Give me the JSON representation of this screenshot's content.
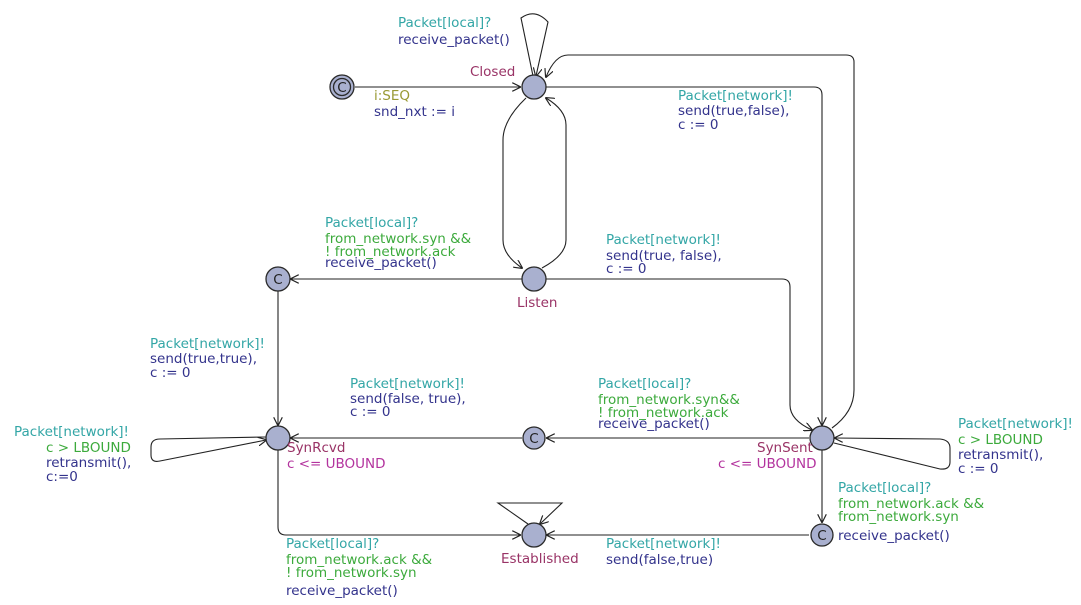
{
  "colors": {
    "location_fill": "#a9b0cf",
    "location_stroke": "#2a2a2a",
    "edge": "#222222",
    "location_name": "#993366",
    "sync": "#33a6a6",
    "update": "#33338c",
    "guard": "#3caa3c",
    "select": "#999933",
    "invariant": "#b3339e"
  },
  "diagram": {
    "locations": {
      "closed": "Closed",
      "listen": "Listen",
      "synrcvd": "SynRcvd",
      "synsent": "SynSent",
      "established": "Established",
      "initial_mark": "C",
      "committed_mark": "C"
    },
    "invariants": {
      "synrcvd": "c <= UBOUND",
      "synsent": "c <= UBOUND"
    },
    "edges": {
      "closed_self": {
        "sync": "Packet[local]?",
        "update": "receive_packet()"
      },
      "init_to_closed": {
        "select": "i:SEQ",
        "update": "snd_nxt := i"
      },
      "closed_to_synsent": {
        "sync": "Packet[network]!",
        "update1": "send(true,false),",
        "update2": "c := 0"
      },
      "listen_to_c1": {
        "sync": "Packet[local]?",
        "guard1": "from_network.syn &&",
        "guard2": "! from_network.ack",
        "update": "receive_packet()"
      },
      "listen_to_synsent": {
        "sync": "Packet[network]!",
        "update1": "send(true, false),",
        "update2": "c := 0"
      },
      "c1_to_synrcvd": {
        "sync": "Packet[network]!",
        "update1": "send(true,true),",
        "update2": "c := 0"
      },
      "c2_to_synrcvd": {
        "sync": "Packet[network]!",
        "update1": "send(false, true),",
        "update2": "c := 0"
      },
      "synsent_to_c2": {
        "sync": "Packet[local]?",
        "guard1": "from_network.syn&&",
        "guard2": "! from_network.ack",
        "update": "receive_packet()"
      },
      "synrcvd_self": {
        "sync": "Packet[network]!",
        "guard": "c > LBOUND",
        "update1": "retransmit(),",
        "update2": "c:=0"
      },
      "synsent_self": {
        "sync": "Packet[network]!",
        "guard": "c > LBOUND",
        "update1": "retransmit(),",
        "update2": "c := 0"
      },
      "synsent_to_c3": {
        "sync": "Packet[local]?",
        "guard1": "from_network.ack &&",
        "guard2": "from_network.syn",
        "update": "receive_packet()"
      },
      "c3_to_established": {
        "sync": "Packet[network]!",
        "update": "send(false,true)"
      },
      "synrcvd_to_established": {
        "sync": "Packet[local]?",
        "guard1": "from_network.ack &&",
        "guard2": "! from_network.syn",
        "update": "receive_packet()"
      }
    }
  }
}
